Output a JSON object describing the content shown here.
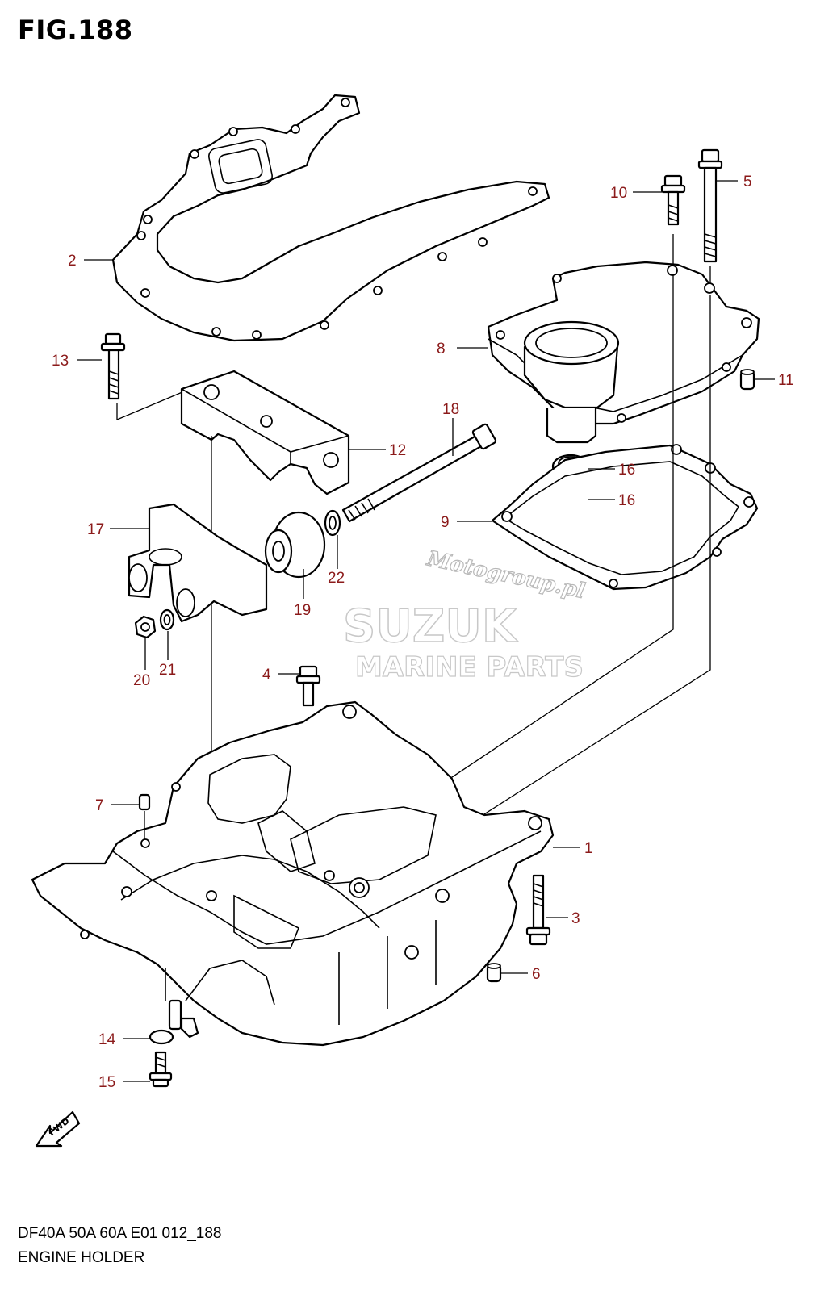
{
  "figure": {
    "title": "FIG.188",
    "model_line": "DF40A 50A 60A E01 012_188",
    "caption": "ENGINE HOLDER"
  },
  "watermarks": {
    "brand": "SUZUK",
    "sub": "MARINE PARTS",
    "site": "Motogroup.pl"
  },
  "fwd_label": "FWD",
  "callout_color": "#8b1a1a",
  "callouts": [
    "1",
    "2",
    "3",
    "4",
    "5",
    "6",
    "7",
    "8",
    "9",
    "10",
    "11",
    "12",
    "13",
    "14",
    "15",
    "16",
    "16",
    "17",
    "18",
    "19",
    "20",
    "21",
    "22"
  ]
}
